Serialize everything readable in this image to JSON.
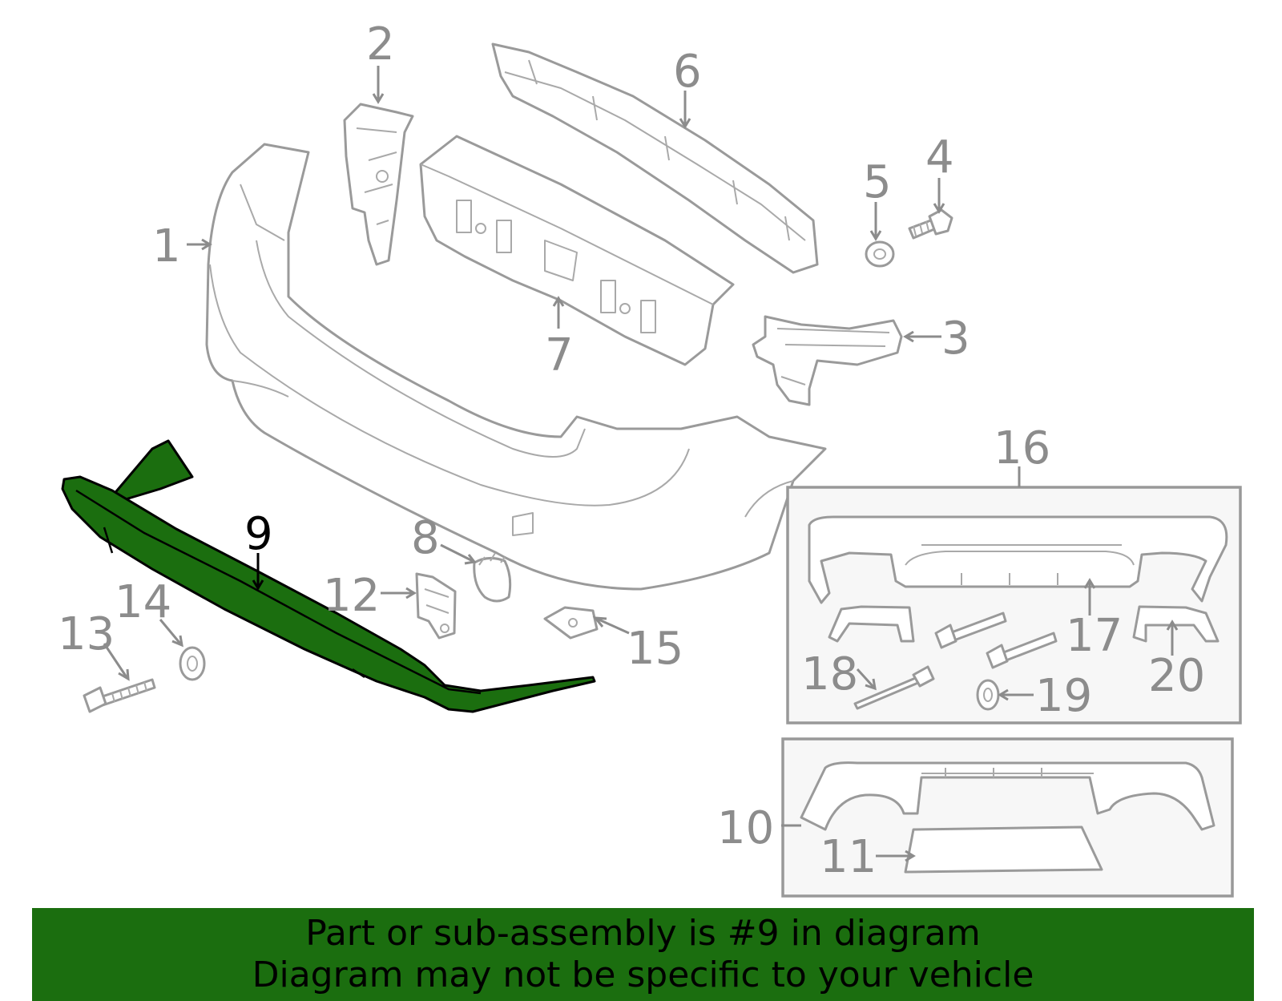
{
  "callouts": {
    "c1": "1",
    "c2": "2",
    "c3": "3",
    "c4": "4",
    "c5": "5",
    "c6": "6",
    "c7": "7",
    "c8": "8",
    "c9": "9",
    "c10": "10",
    "c11": "11",
    "c12": "12",
    "c13": "13",
    "c14": "14",
    "c15": "15",
    "c16": "16",
    "c17": "17",
    "c18": "18",
    "c19": "19",
    "c20": "20"
  },
  "highlighted_part": "9",
  "colors": {
    "highlight": "#1b6e0f",
    "banner": "#1b6e0f",
    "line_art": "#9a9a9a",
    "group_box": "#f7f7f7"
  },
  "banner": {
    "line1": "Part or sub-assembly is #9 in diagram",
    "line2": "Diagram may not be specific to your vehicle"
  }
}
